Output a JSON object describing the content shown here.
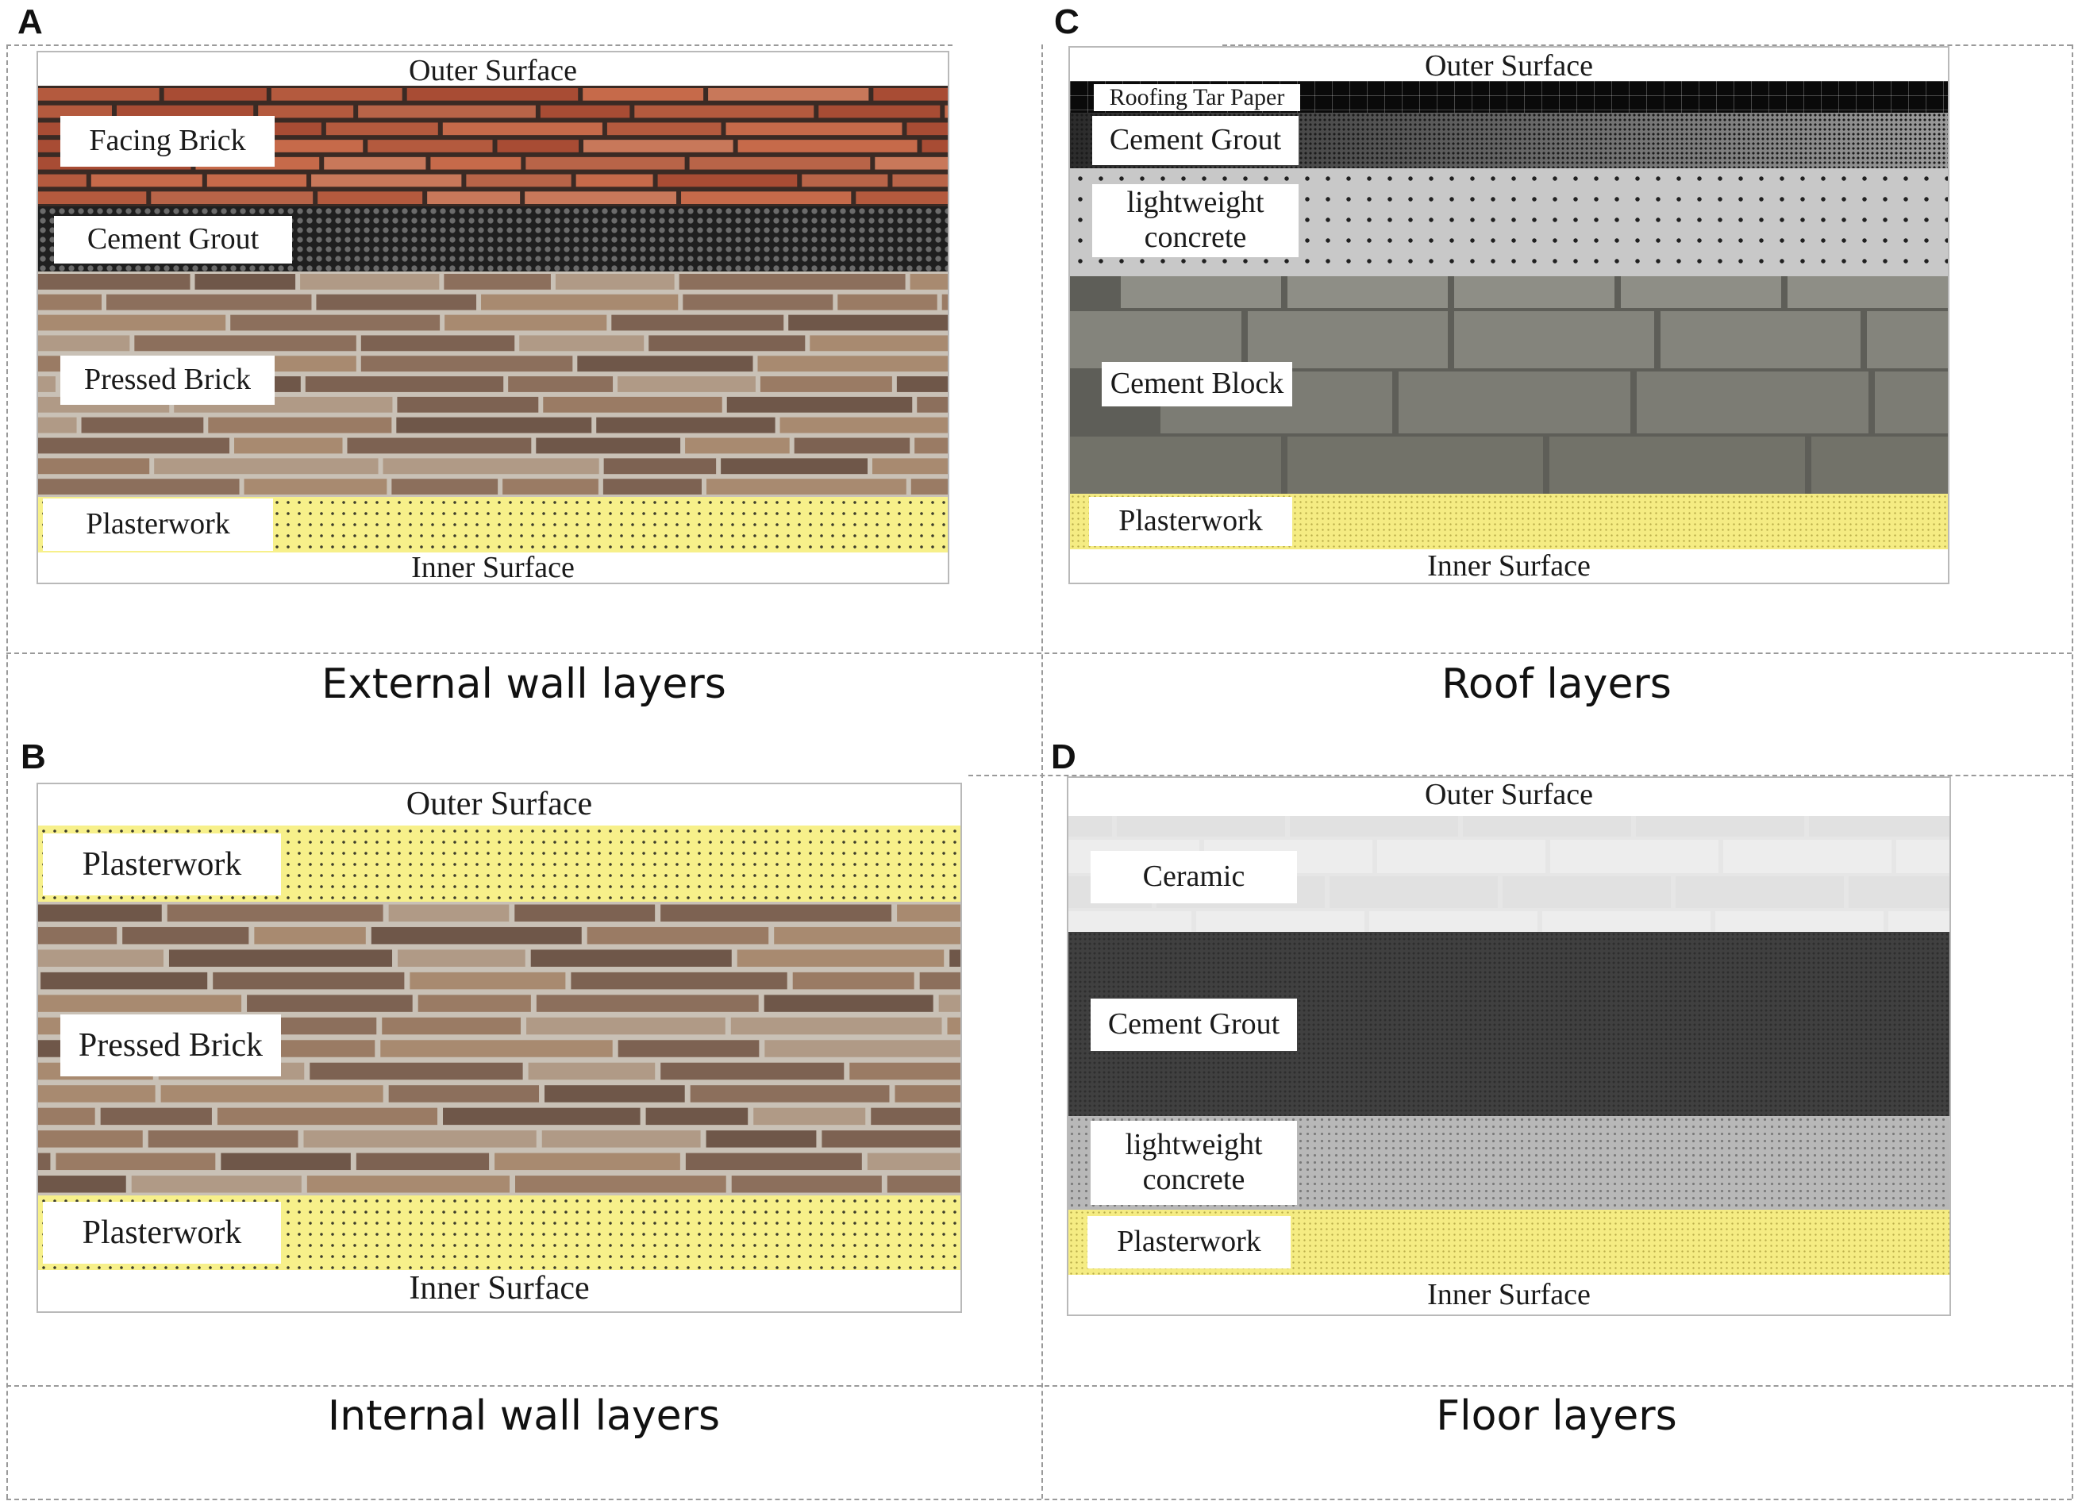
{
  "panels": {
    "A": {
      "letter": "A",
      "caption": "External wall layers",
      "outer_surface": "Outer Surface",
      "inner_surface": "Inner Surface",
      "layers": [
        "Facing Brick",
        "Cement Grout",
        "Pressed Brick",
        "Plasterwork"
      ]
    },
    "B": {
      "letter": "B",
      "caption": "Internal wall layers",
      "outer_surface": "Outer Surface",
      "inner_surface": "Inner Surface",
      "layers": [
        "Plasterwork",
        "Pressed Brick",
        "Plasterwork"
      ]
    },
    "C": {
      "letter": "C",
      "caption": "Roof layers",
      "outer_surface": "Outer Surface",
      "inner_surface": "Inner Surface",
      "layers": [
        "Roofing Tar Paper",
        "Cement Grout",
        "lightweight concrete",
        "Cement Block",
        "Plasterwork"
      ]
    },
    "D": {
      "letter": "D",
      "caption": "Floor layers",
      "outer_surface": "Outer Surface",
      "inner_surface": "Inner Surface",
      "layers": [
        "Ceramic",
        "Cement Grout",
        "lightweight concrete",
        "Plasterwork"
      ]
    }
  },
  "colors": {
    "facing_brick": "#b9563a",
    "pressed_brick": "#8c6f5c",
    "plasterwork": "#f7f08a",
    "cement_block": "#7a7a70",
    "ceramic": "#e8e8e8"
  }
}
